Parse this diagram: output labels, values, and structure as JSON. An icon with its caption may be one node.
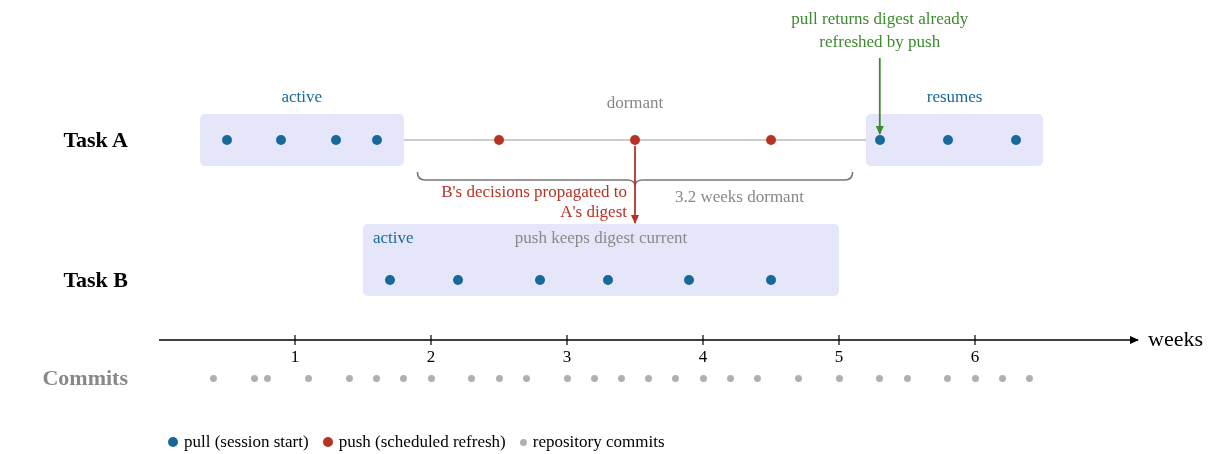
{
  "diagram": {
    "nodes": [
      {
        "text": [
          "active"
        ]
      },
      {
        "text": [
          "resumes"
        ]
      },
      {
        "text": [
          "active",
          "push keeps digest current"
        ]
      },
      {
        "text": [
          "pull returns digest already refreshed by push"
        ]
      },
      {
        "text": [],
        "shape": "circle",
        "in": 1
      },
      {
        "text": [],
        "shape": "circle"
      }
    ],
    "edges": [
      {
        "from": 0,
        "to": 1,
        "arrow": "none",
        "color": "#cccccc"
      },
      {
        "from": 3,
        "to": 4,
        "arrow": "to",
        "color": "#3d8a2e"
      },
      {
        "from": 5,
        "to": 2,
        "arrow": "to",
        "color": "#b83224",
        "label": "B's decisions propagated to A's digest"
      }
    ],
    "labels": [
      "dormant",
      "Task A",
      "3.2 weeks dormant",
      "Task B",
      "1",
      "2",
      "3",
      "4",
      "5",
      "6",
      "weeks",
      "Commits"
    ],
    "legend": [
      {
        "text": "pull (session start)",
        "color": "#17699a"
      },
      {
        "text": "push (scheduled refresh)",
        "color": "#b83224"
      },
      {
        "text": "repository commits",
        "color": "#b0b0b0"
      }
    ]
  }
}
